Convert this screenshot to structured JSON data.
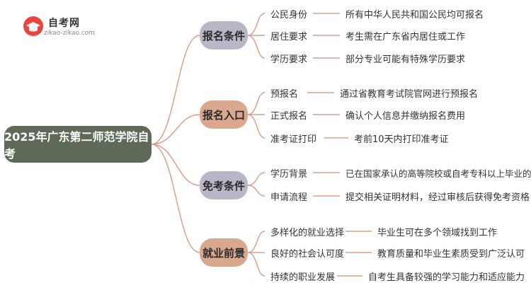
{
  "logo": {
    "title": "自考网",
    "subtitle": "zikao-zikao.com"
  },
  "root": "2025年广东第二师范学院自考",
  "colors": {
    "root": "#5e6a57",
    "lavender": "#b9b6c7",
    "peach": "#d9a88f",
    "line": "#d8a08f"
  },
  "branches": [
    {
      "label": "报名条件",
      "items": [
        {
          "label": "公民身份",
          "value": "所有中华人民共和国公民均可报名"
        },
        {
          "label": "居住要求",
          "value": "考生需在广东省内居住或工作"
        },
        {
          "label": "学历要求",
          "value": "部分专业可能有特殊学历要求"
        }
      ]
    },
    {
      "label": "报名入口",
      "items": [
        {
          "label": "预报名",
          "value": "通过省教育考试院官网进行预报名"
        },
        {
          "label": "正式报名",
          "value": "确认个人信息并缴纳报名费用"
        },
        {
          "label": "准考证打印",
          "value": "考前10天内打印准考证"
        }
      ]
    },
    {
      "label": "免考条件",
      "items": [
        {
          "label": "学历背景",
          "value": "已在国家承认的高等院校或自考专科以上毕业的考生"
        },
        {
          "label": "申请流程",
          "value": "提交相关证明材料，经过审核后获得免考资格"
        }
      ]
    },
    {
      "label": "就业前景",
      "items": [
        {
          "label": "多样化的就业选择",
          "value": "毕业生可在多个领域找到工作"
        },
        {
          "label": "良好的社会认可度",
          "value": "教育质量和毕业生素质受到广泛认可"
        },
        {
          "label": "持续的职业发展",
          "value": "自考生具备较强的学习能力和适应能力"
        }
      ]
    }
  ]
}
